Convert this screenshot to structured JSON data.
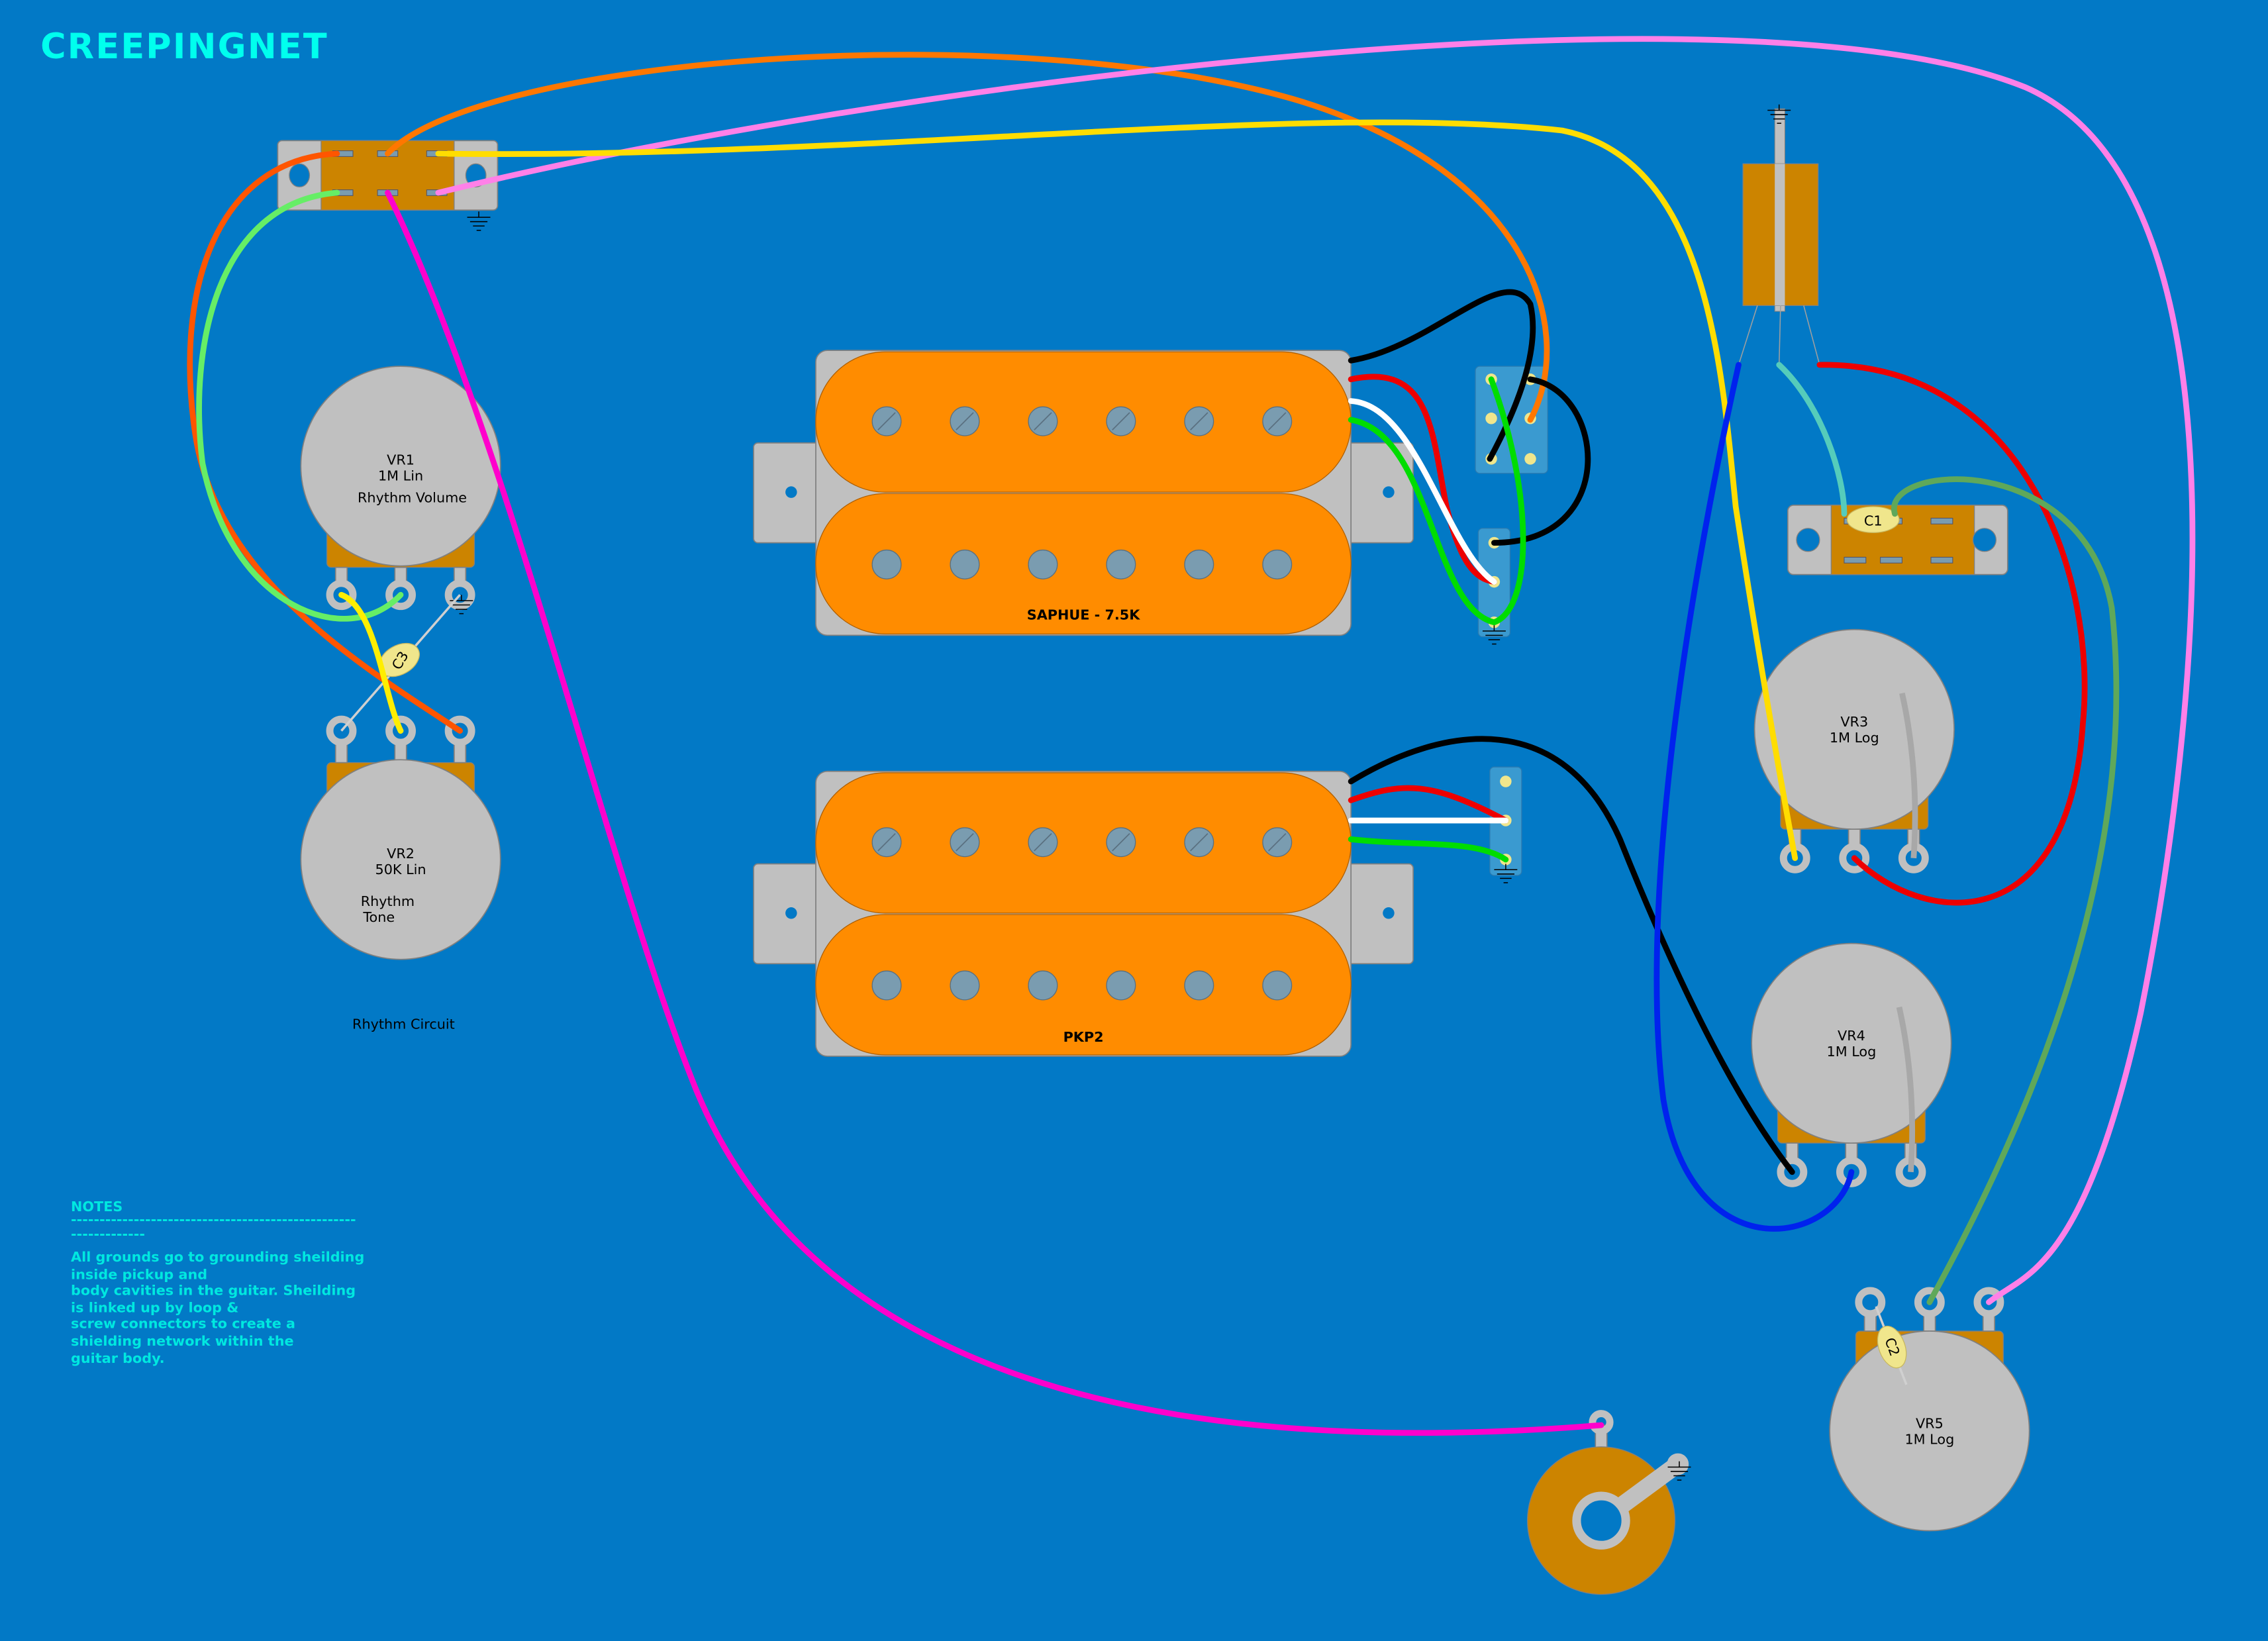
{
  "brand": {
    "logo_text": "CREEPINGNET",
    "color": "#00FFEE"
  },
  "background_color": "#0279C6",
  "pickups": [
    {
      "label": "SAPHUE - 7.5K",
      "color": "#FF8C00"
    },
    {
      "label": "PKP2",
      "color": "#FF8C00"
    }
  ],
  "pots": {
    "vr1": {
      "id": "VR1",
      "value": "1M Lin",
      "name": "Rhythm Volume"
    },
    "vr2": {
      "id": "VR2",
      "value": "50K Lin",
      "name_line1": "Rhythm",
      "name_line2": "Tone"
    },
    "vr3": {
      "id": "VR3",
      "value": "1M Log"
    },
    "vr4": {
      "id": "VR4",
      "value": "1M Log"
    },
    "vr5": {
      "id": "VR5",
      "value": "1M Log"
    }
  },
  "capacitors": {
    "c1": "C1",
    "c2": "C2",
    "c3": "C3"
  },
  "circuit_label": "Rhythm Circuit",
  "notes": {
    "title": "NOTES",
    "divider1": "--------------------------------------------------",
    "divider2": "-------------",
    "lines": [
      "All grounds go to grounding sheilding",
      "inside pickup and",
      "body cavities in the guitar.  Sheilding",
      "is linked up by loop &",
      "screw connectors to create a",
      "shielding network within the",
      "guitar body."
    ]
  },
  "wire_colors": {
    "orange": "#FF7700",
    "red_orange": "#FF5500",
    "green_light": "#66EE66",
    "yellow": "#FFDD00",
    "pink": "#FF80E8",
    "magenta": "#FF00CC",
    "black": "#000000",
    "red": "#EE0000",
    "white": "#FFFFFF",
    "green": "#00DD00",
    "blue": "#0022EE",
    "teal": "#55CCBB",
    "olive_green": "#5FA85A"
  }
}
